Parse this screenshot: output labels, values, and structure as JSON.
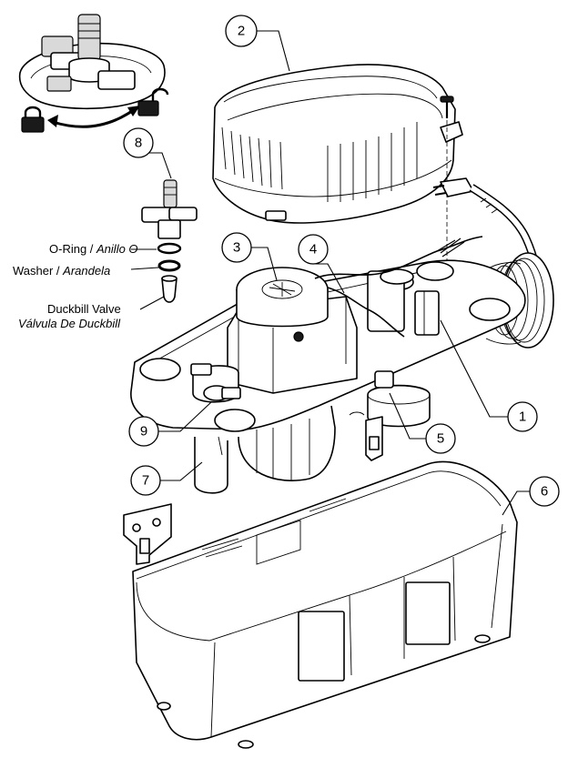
{
  "callouts": {
    "c1": "1",
    "c2": "2",
    "c3": "3",
    "c4": "4",
    "c5": "5",
    "c6": "6",
    "c7": "7",
    "c8": "8",
    "c9": "9"
  },
  "labels": {
    "oring": "O-Ring / ",
    "oring_es": "Anillo O",
    "washer": "Washer / ",
    "washer_es": "Arandela",
    "duckbill": "Duckbill Valve",
    "duckbill_es": "Válvula De Duckbill"
  },
  "icons": {
    "locked": "padlock-closed-icon",
    "unlocked": "padlock-open-icon",
    "rotate": "curved-double-arrow-icon"
  }
}
